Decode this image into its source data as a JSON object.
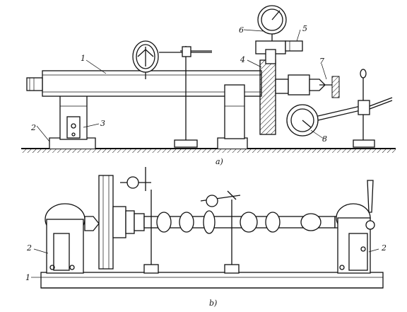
{
  "figure_a": {
    "caption": "a)",
    "labels": [
      {
        "key": "base",
        "text": "2"
      },
      {
        "key": "mandrel",
        "text": "1"
      },
      {
        "key": "support",
        "text": "3"
      },
      {
        "key": "fixture",
        "text": "4"
      },
      {
        "key": "clamp",
        "text": "5"
      },
      {
        "key": "dial_top",
        "text": "6"
      },
      {
        "key": "stop",
        "text": "7"
      },
      {
        "key": "dial_bottom",
        "text": "8"
      }
    ]
  },
  "figure_b": {
    "caption": "b)",
    "labels": [
      {
        "key": "headstock_left",
        "text": "2"
      },
      {
        "key": "bed",
        "text": "1"
      },
      {
        "key": "headstock_right",
        "text": "2"
      }
    ]
  }
}
